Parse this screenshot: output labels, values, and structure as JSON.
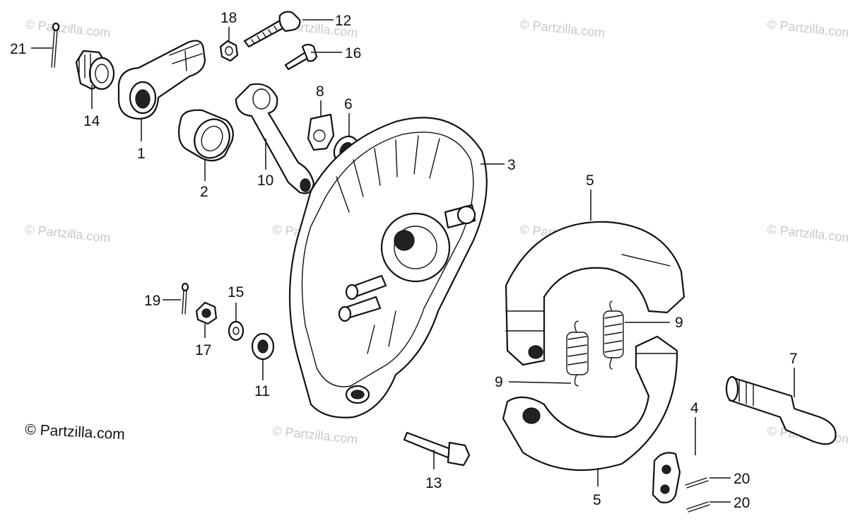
{
  "watermark_text": "© Partzilla.com",
  "credit_text": "© Partzilla.com",
  "labels": {
    "l1": "1",
    "l2": "2",
    "l3": "3",
    "l4": "4",
    "l5a": "5",
    "l5b": "5",
    "l6": "6",
    "l7": "7",
    "l8": "8",
    "l9a": "9",
    "l9b": "9",
    "l10": "10",
    "l11": "11",
    "l12": "12",
    "l13": "13",
    "l14": "14",
    "l15": "15",
    "l16": "16",
    "l17": "17",
    "l18": "18",
    "l19": "19",
    "l20a": "20",
    "l20b": "20",
    "l21": "21"
  }
}
